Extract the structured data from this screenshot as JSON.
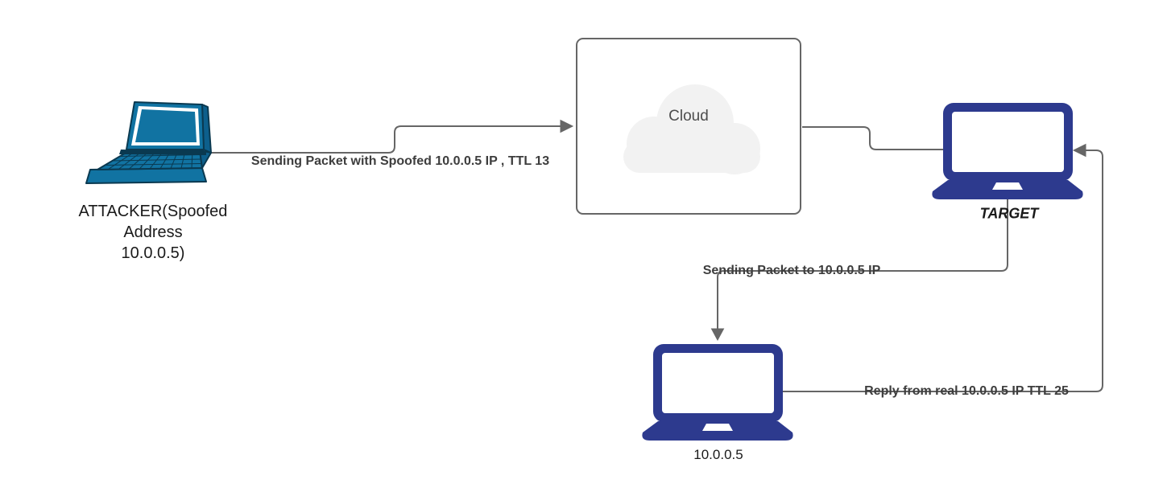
{
  "diagram": {
    "nodes": {
      "attacker": {
        "type": "laptop-clipart",
        "label_lines": [
          "ATTACKER(Spoofed",
          "Address",
          "10.0.0.5)"
        ],
        "color": "#1173a2"
      },
      "cloud": {
        "type": "container-box",
        "label": "Cloud",
        "fill": "#f2f2f2",
        "border": "#666666"
      },
      "target": {
        "type": "laptop",
        "label": "TARGET",
        "color": "#2d3a8e"
      },
      "real_host": {
        "type": "laptop",
        "label": "10.0.0.5",
        "color": "#2d3a8e"
      }
    },
    "edges": {
      "attacker_to_cloud": {
        "from": "attacker",
        "to": "cloud",
        "label": "Sending Packet with Spoofed 10.0.0.5 IP , TTL 13"
      },
      "cloud_to_target": {
        "from": "cloud",
        "to": "target"
      },
      "target_to_real_host": {
        "from": "target",
        "to": "real_host",
        "label": "Sending Packet to 10.0.0.5 IP"
      },
      "real_host_to_target": {
        "from": "real_host",
        "to": "target",
        "label": "Reply from real 10.0.0.5 IP TTL 25"
      }
    },
    "connector_color": "#666666"
  }
}
